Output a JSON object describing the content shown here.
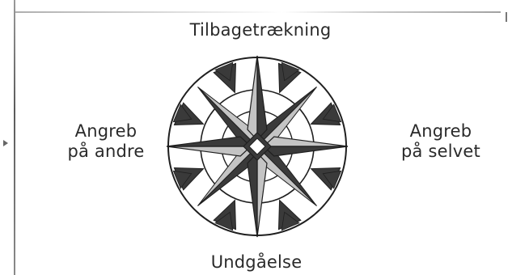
{
  "diagram": {
    "labels": {
      "top": "Tilbagetrækning",
      "bottom": "Undgåelse",
      "left_line1": "Angreb",
      "left_line2": "på andre",
      "right_line1": "Angreb",
      "right_line2": "på selvet"
    },
    "colors": {
      "background": "#ffffff",
      "line": "#1f1f1f",
      "dark_fill": "#3a3a3a",
      "light_fill": "#c4c4c4"
    }
  }
}
